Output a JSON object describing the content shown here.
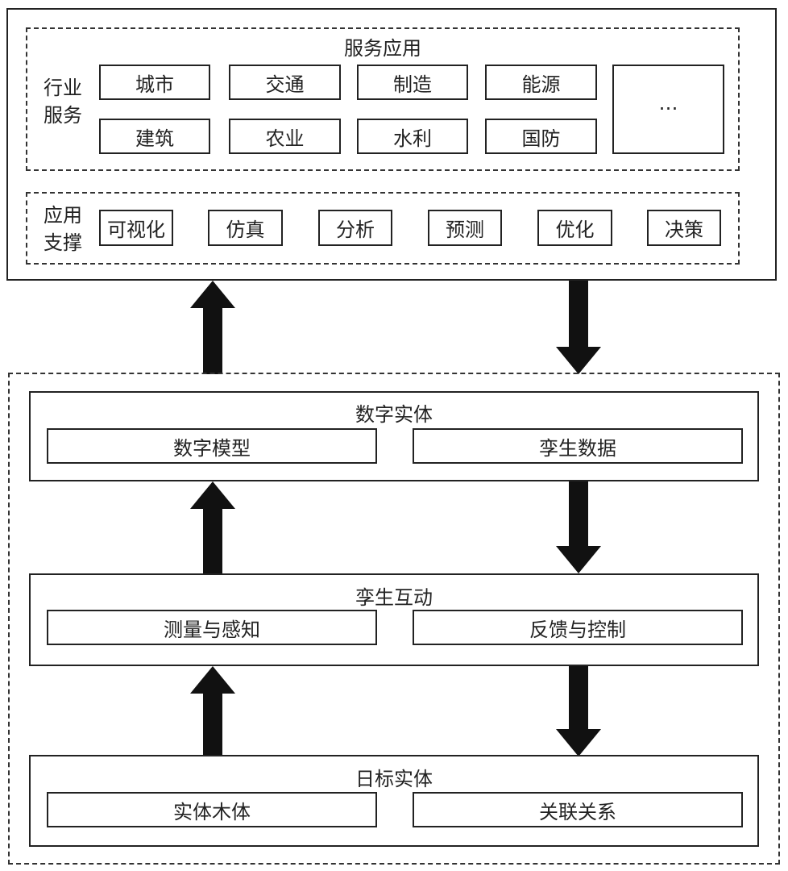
{
  "service_app": {
    "title": "服务应用",
    "industry": {
      "label_line1": "行业",
      "label_line2": "服务",
      "items": [
        "城市",
        "交通",
        "制造",
        "能源",
        "建筑",
        "农业",
        "水利",
        "国防"
      ],
      "more": "…"
    },
    "support": {
      "label_line1": "应用",
      "label_line2": "支撑",
      "items": [
        "可视化",
        "仿真",
        "分析",
        "预测",
        "优化",
        "决策"
      ]
    }
  },
  "digital_entity": {
    "title": "数字实体",
    "items": [
      "数字模型",
      "孪生数据"
    ]
  },
  "twin_interaction": {
    "title": "孪生互动",
    "items": [
      "测量与感知",
      "反馈与控制"
    ]
  },
  "target_entity": {
    "title": "日标实体",
    "items": [
      "实体木体",
      "关联关系"
    ]
  },
  "colors": {
    "line": "#222222",
    "arrow": "#111111",
    "background": "#ffffff"
  }
}
